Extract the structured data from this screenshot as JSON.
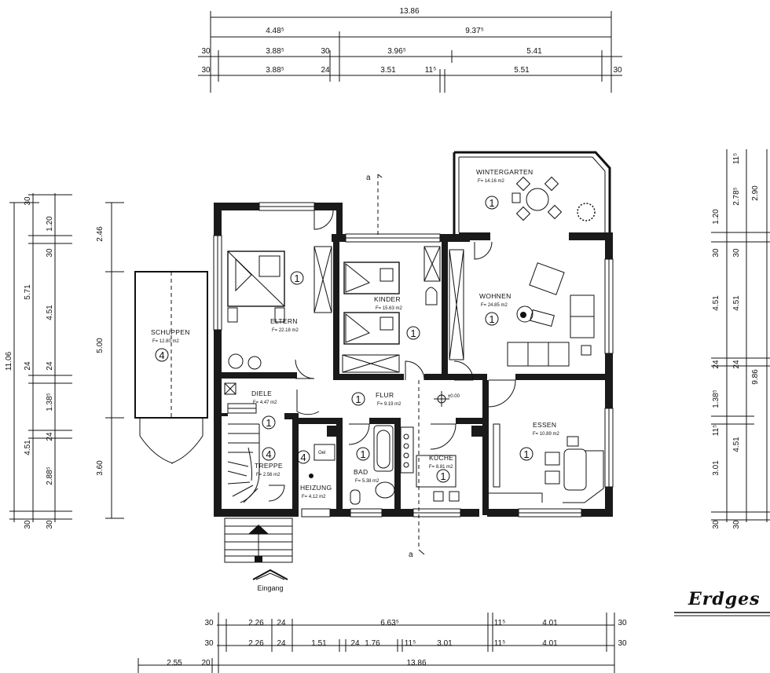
{
  "title": "Erdges",
  "entrance_label": "Eingang",
  "section_marks": {
    "top": "a",
    "bottom": "a"
  },
  "level_mark": "±0.00",
  "boiler_label": "Oel",
  "top_dims": {
    "row1": [
      "13.86"
    ],
    "row2": [
      "4.48⁵",
      "9.37⁵"
    ],
    "row3": [
      "30",
      "3.88⁵",
      "30",
      "3.96⁵",
      "5.41"
    ],
    "row4": [
      "30",
      "3.88⁵",
      "24",
      "3.51",
      "11⁵",
      "5.51",
      "30"
    ]
  },
  "bottom_dims": {
    "row1": [
      "30",
      "2.26",
      "24",
      "6.63⁵",
      "11⁵",
      "4.01",
      "30"
    ],
    "row2": [
      "30",
      "2.26",
      "24",
      "1.51",
      "24",
      "1.76",
      "11⁵",
      "3.01",
      "11⁵",
      "4.01",
      "30"
    ],
    "row3": [
      "2.55",
      "20",
      "13.86"
    ]
  },
  "left_dims": {
    "outer": [
      "11.06"
    ],
    "mid": [
      "30",
      "5.71",
      "24",
      "4.51",
      "30"
    ],
    "inner": [
      "1.20",
      "30",
      "4.51",
      "24",
      "1.38⁵",
      "24",
      "2.88⁵",
      "30"
    ],
    "shed": [
      "2.46",
      "5.00",
      "3.60"
    ]
  },
  "right_dims": {
    "outer": [
      "2.90",
      "9.86"
    ],
    "mid": [
      "11⁵",
      "2.78⁵",
      "30",
      "4.51",
      "24",
      "4.51",
      "30"
    ],
    "inner": [
      "1.20",
      "30",
      "4.51",
      "24",
      "1.38⁵",
      "11⁵",
      "3.01",
      "30"
    ]
  },
  "rooms": [
    {
      "name": "WINTERGARTEN",
      "area": "F= 14.16 m2",
      "cat": "1"
    },
    {
      "name": "ELTERN",
      "area": "F= 22.18 m2",
      "cat": "1"
    },
    {
      "name": "KINDER",
      "area": "F= 15.63 m2",
      "cat": "1"
    },
    {
      "name": "WOHNEN",
      "area": "F= 24.85 m2",
      "cat": "1"
    },
    {
      "name": "SCHUPPEN",
      "area": "F= 12.80 m2",
      "cat": "4"
    },
    {
      "name": "DIELE",
      "area": "F= 4.47 m2",
      "cat": "1"
    },
    {
      "name": "FLUR",
      "area": "F= 9.19 m2",
      "cat": "1"
    },
    {
      "name": "ESSEN",
      "area": "F= 10.89 m2",
      "cat": "1"
    },
    {
      "name": "TREPPE",
      "area": "F= 2.56 m2",
      "cat": "4"
    },
    {
      "name": "HEIZUNG",
      "area": "F= 4.12 m2",
      "cat": "4"
    },
    {
      "name": "BAD",
      "area": "F= 5.38 m2",
      "cat": "1"
    },
    {
      "name": "KÜCHE",
      "area": "F= 8.81 m2",
      "cat": "1"
    }
  ]
}
